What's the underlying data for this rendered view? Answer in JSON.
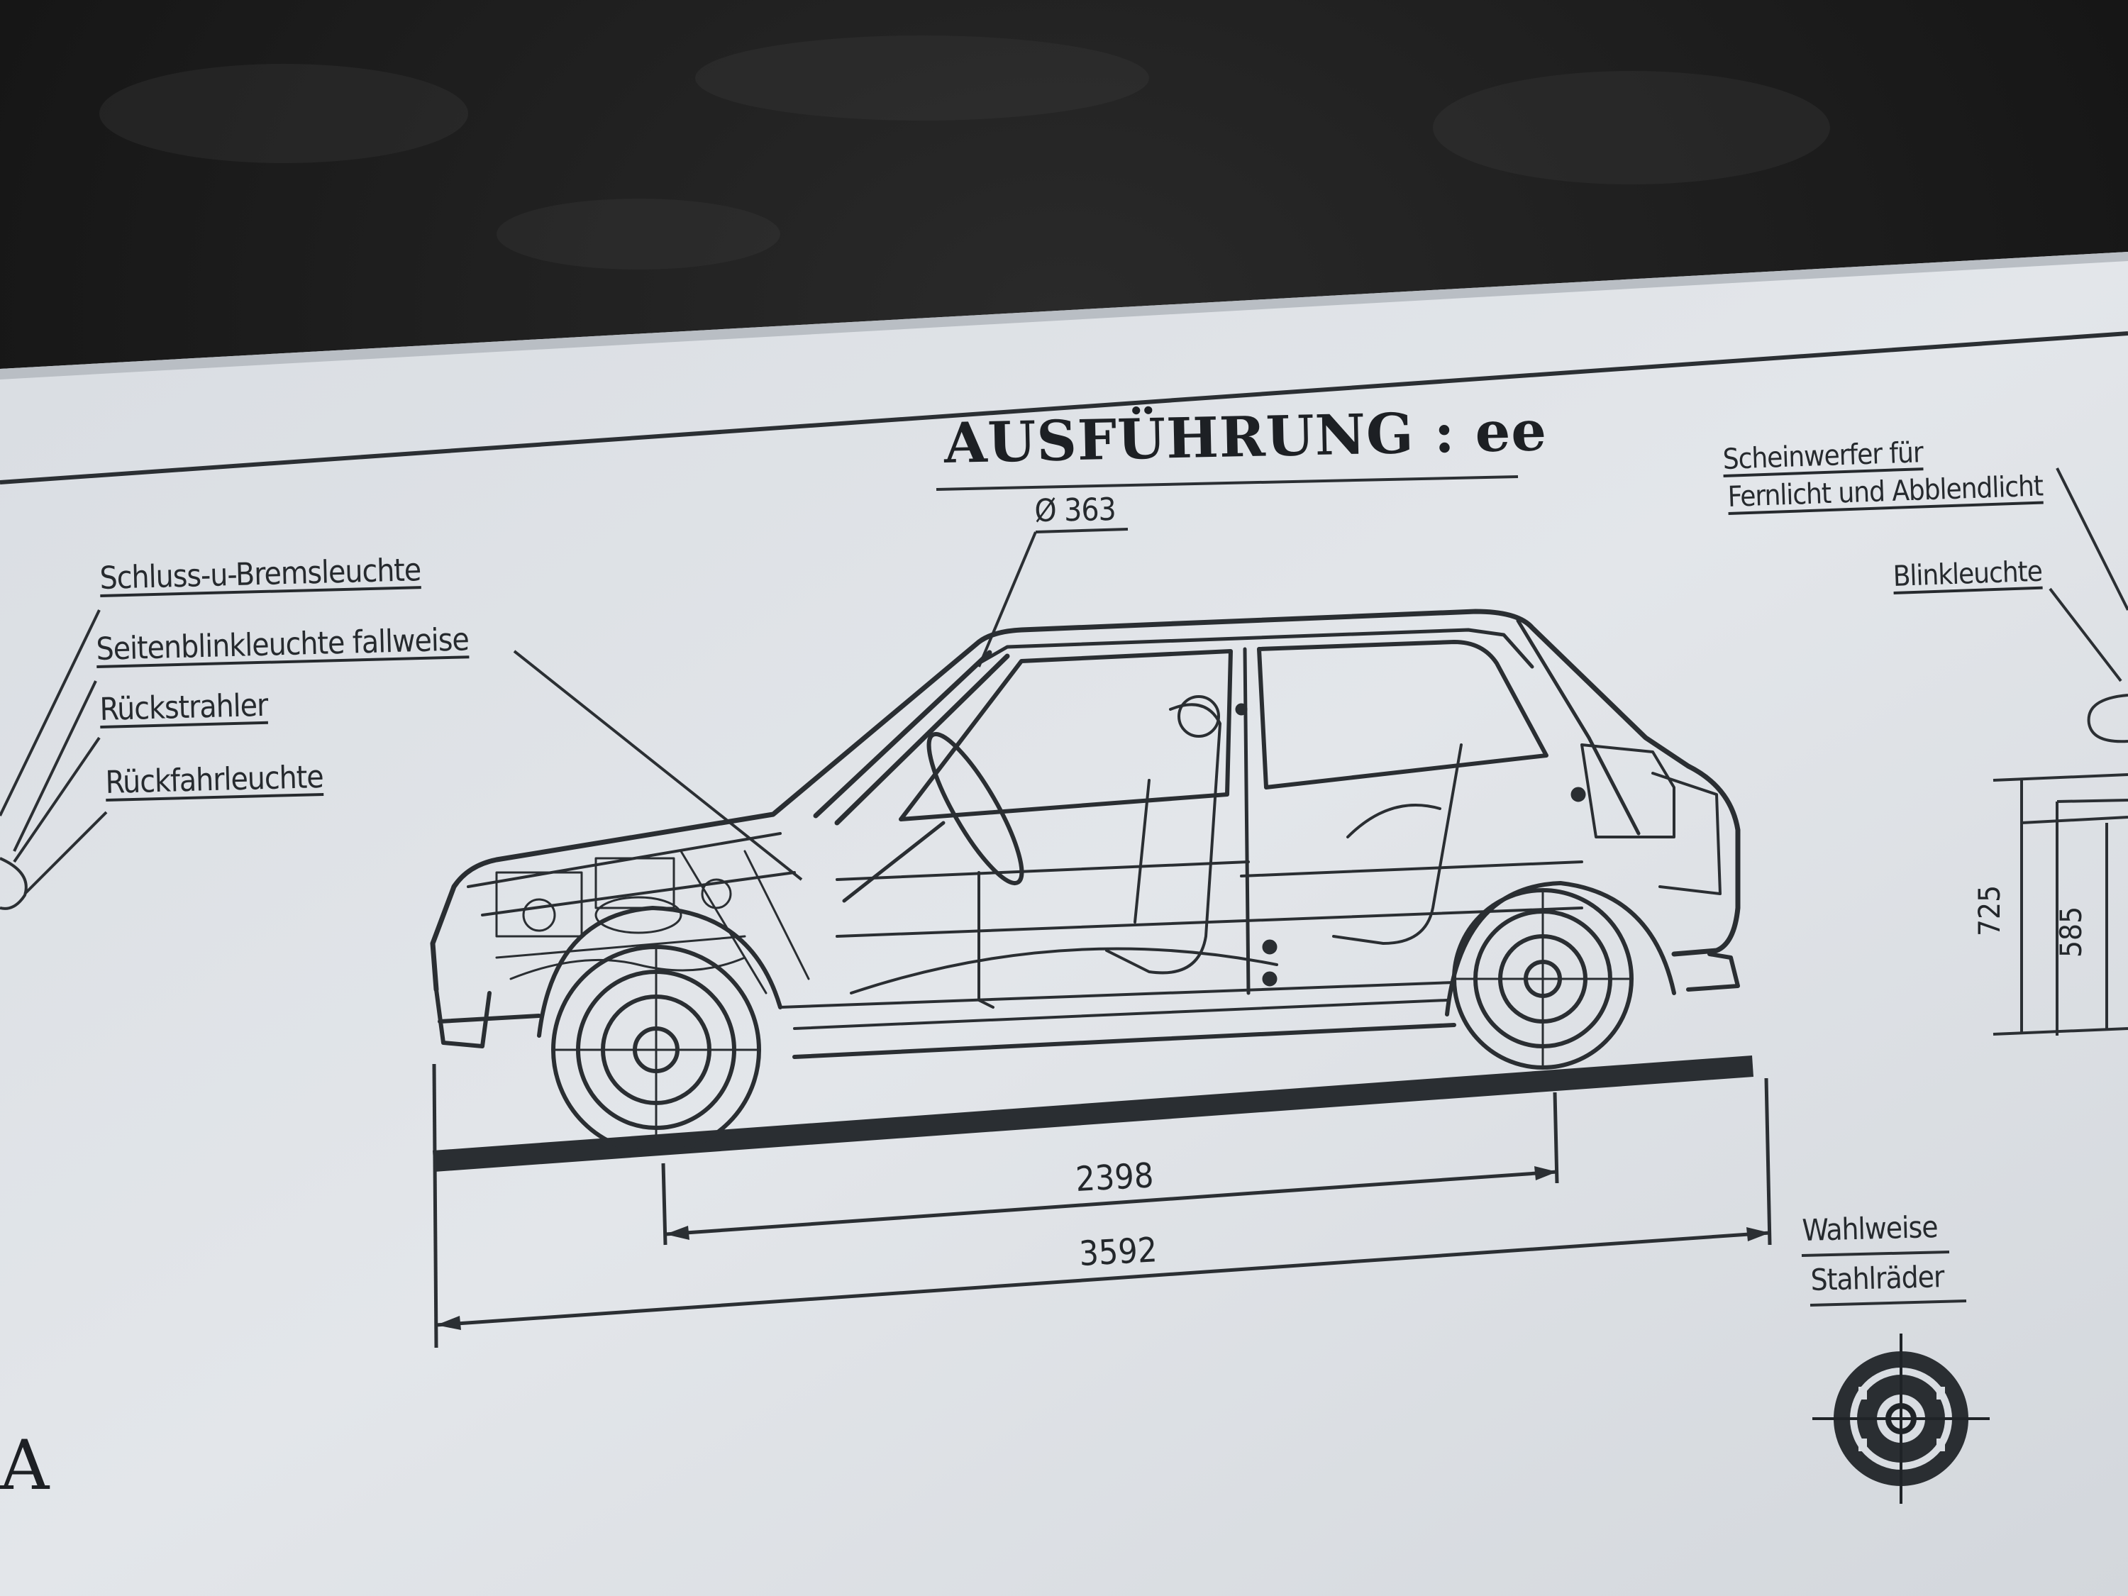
{
  "title": "AUSFÜHRUNG : ee",
  "dimension_label_diameter": "Ø 363",
  "callouts_left": [
    "Schluss-u-Bremsleuchte",
    "Seitenblinkleuchte fallweise",
    "Rückstrahler",
    "Rückfahrleuchte"
  ],
  "callouts_right": {
    "headlamp_line1": "Scheinwerfer für",
    "headlamp_line2": "Fernlicht und Abblendlicht",
    "indicator": "Blinkleuchte"
  },
  "dimensions": {
    "wheelbase": "2398",
    "overall_length": "3592",
    "height_outer": "725",
    "height_inner": "585"
  },
  "option_note": {
    "line1": "Wahlweise",
    "line2": "Stahlräder"
  },
  "corner_mark": "A"
}
